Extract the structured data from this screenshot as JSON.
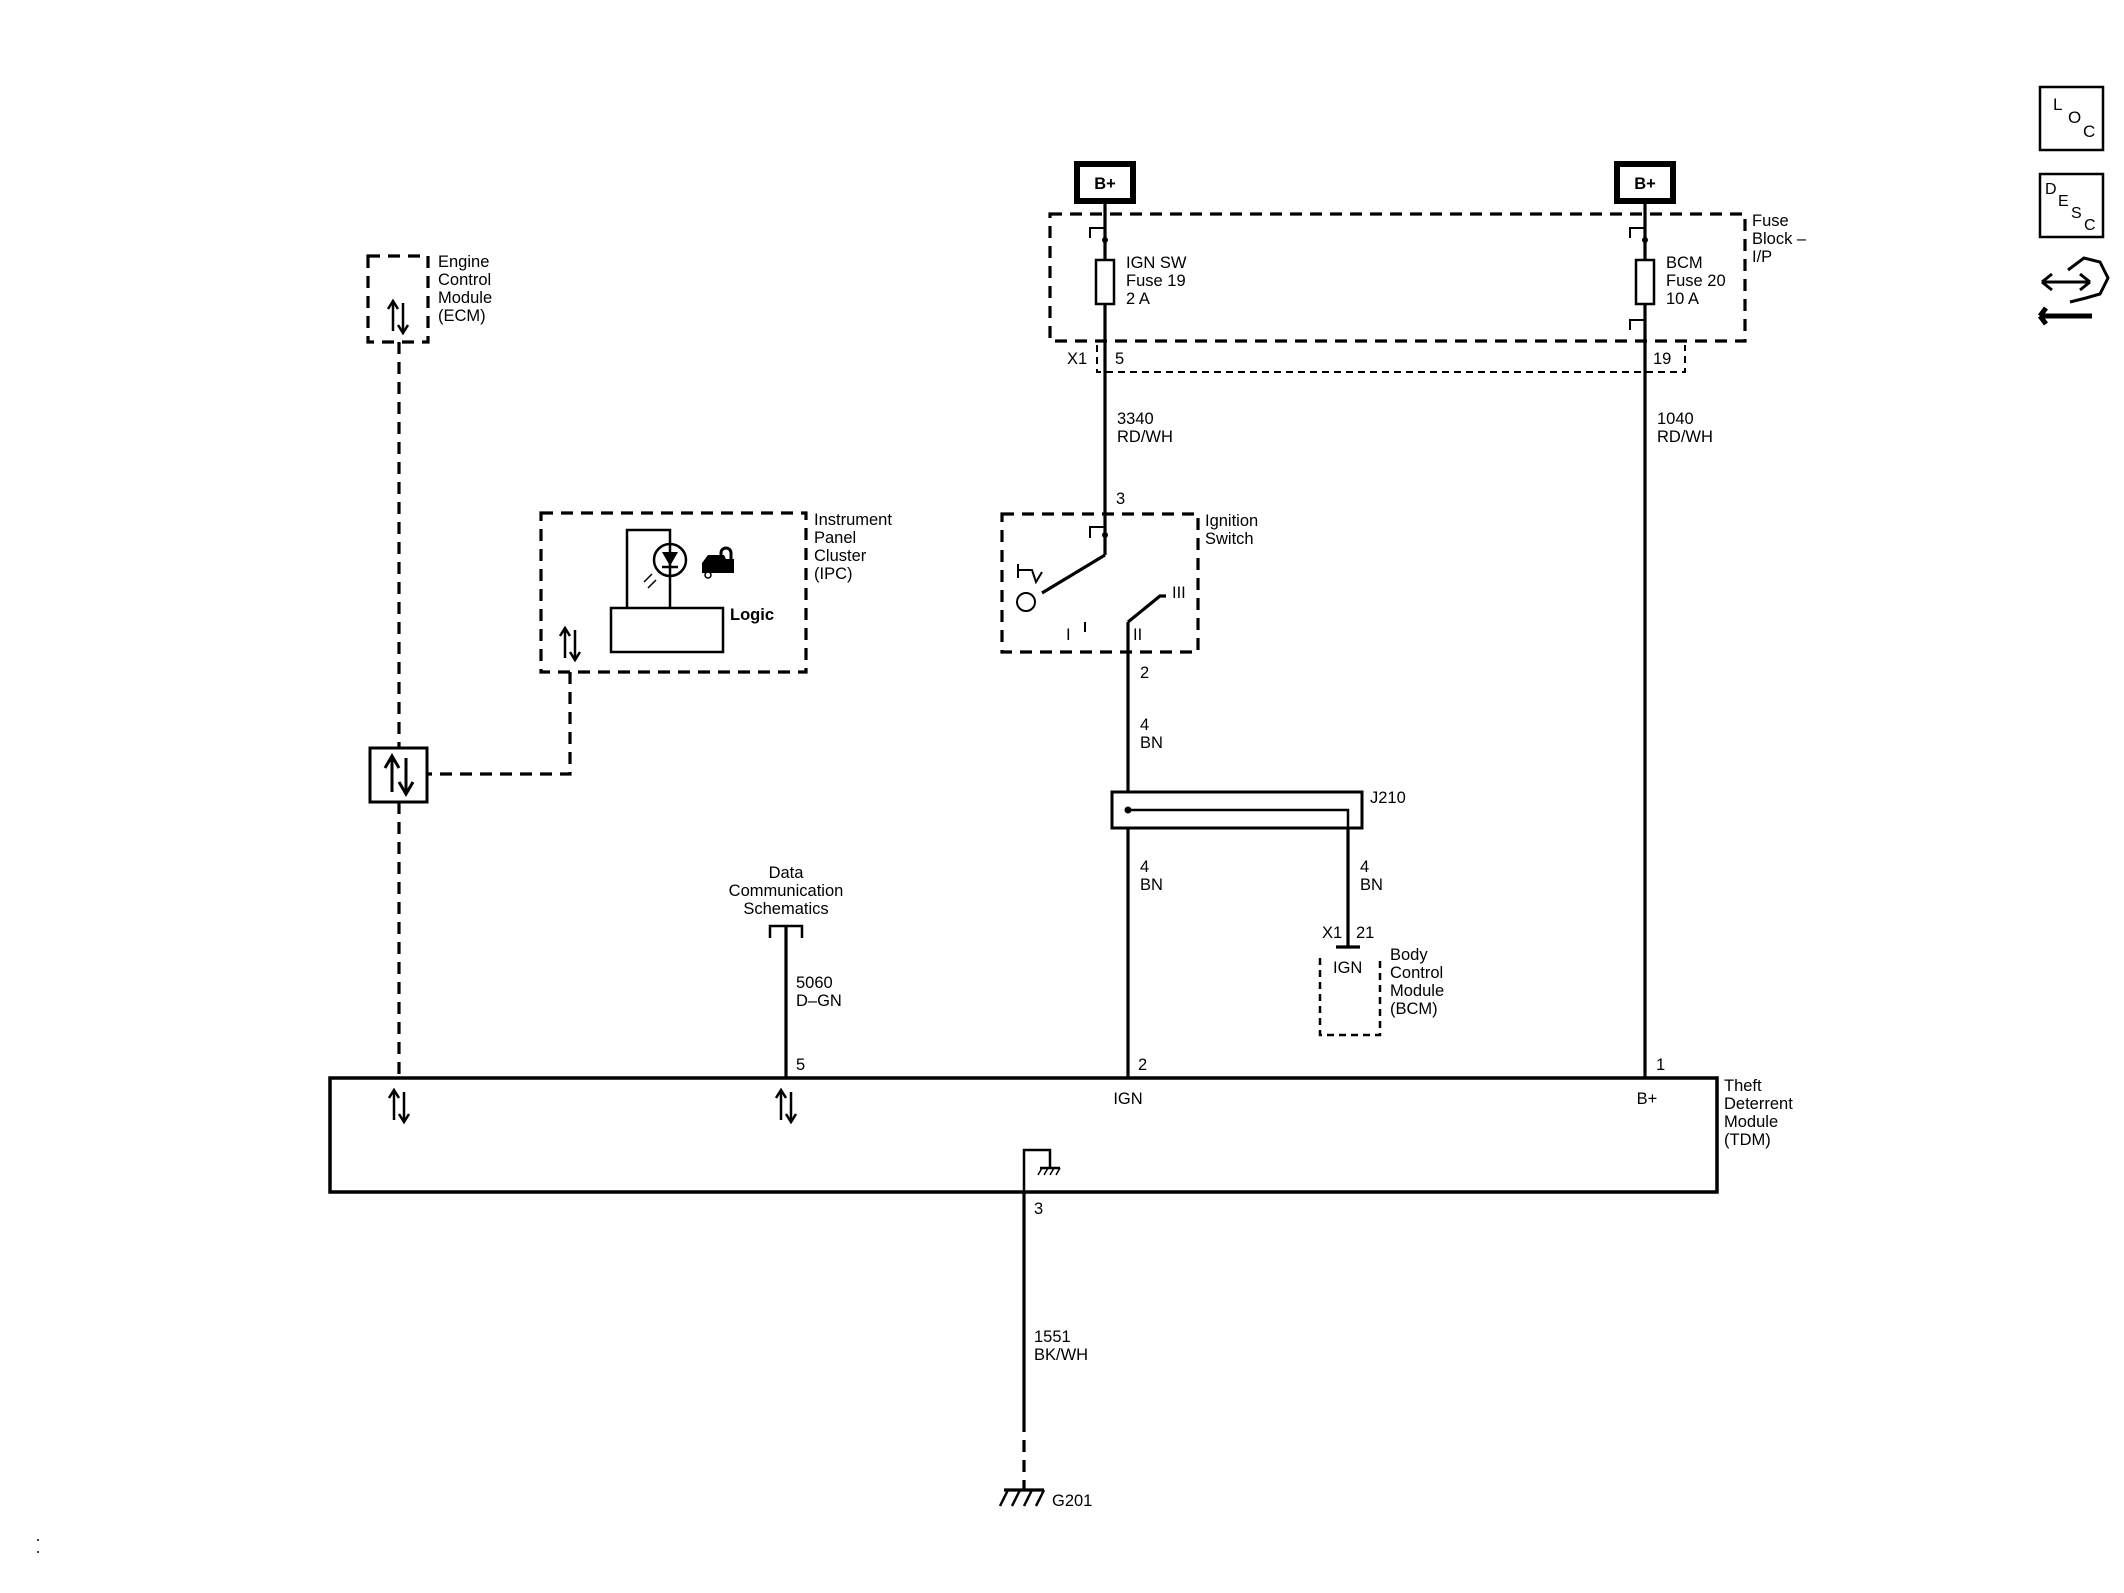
{
  "power": {
    "b_plus_left": "B+",
    "b_plus_right": "B+"
  },
  "fuse_block": {
    "title_lines": [
      "Fuse",
      "Block –",
      "I/P"
    ],
    "fuse_ign_lines": [
      "IGN SW",
      "Fuse 19",
      "2 A"
    ],
    "fuse_bcm_lines": [
      "BCM",
      "Fuse 20",
      "10 A"
    ],
    "connector": "X1",
    "pin_left": "5",
    "pin_right": "19"
  },
  "wires": {
    "w3340_lines": [
      "3340",
      "RD/WH"
    ],
    "w1040_lines": [
      "1040",
      "RD/WH"
    ],
    "w4bn_upper_lines": [
      "4",
      "BN"
    ],
    "w4bn_lower_lines": [
      "4",
      "BN"
    ],
    "w4bn_bcm_lines": [
      "4",
      "BN"
    ],
    "w5060_lines": [
      "5060",
      "D–GN"
    ],
    "w1551_lines": [
      "1551",
      "BK/WH"
    ]
  },
  "ecm": {
    "label_lines": [
      "Engine",
      "Control",
      "Module",
      "(ECM)"
    ]
  },
  "ipc": {
    "label_lines": [
      "Instrument",
      "Panel",
      "Cluster",
      "(IPC)"
    ],
    "logic": "Logic"
  },
  "ignition_switch": {
    "label_lines": [
      "Ignition",
      "Switch"
    ],
    "pin_in": "3",
    "pin_out": "2",
    "pos_i": "I",
    "pos_ii": "II",
    "pos_iii": "III"
  },
  "splice": {
    "label": "J210"
  },
  "bcm": {
    "label_lines": [
      "Body",
      "Control",
      "Module",
      "(BCM)"
    ],
    "connector": "X1",
    "pin": "21",
    "inner": "IGN"
  },
  "dcs": {
    "label_lines": [
      "Data",
      "Communication",
      "Schematics"
    ]
  },
  "tdm": {
    "label_lines": [
      "Theft",
      "Deterrent",
      "Module",
      "(TDM)"
    ],
    "pin_5": "5",
    "pin_2": "2",
    "pin_1": "1",
    "pin_3": "3",
    "ign": "IGN",
    "bplus": "B+"
  },
  "ground": {
    "label": "G201"
  },
  "side_icons": [
    {
      "name": "loc-icon",
      "letters": [
        "L",
        "O",
        "C"
      ]
    },
    {
      "name": "desc-icon",
      "letters": [
        "D",
        "E",
        "S",
        "C"
      ]
    },
    {
      "name": "service-info-icon"
    }
  ]
}
